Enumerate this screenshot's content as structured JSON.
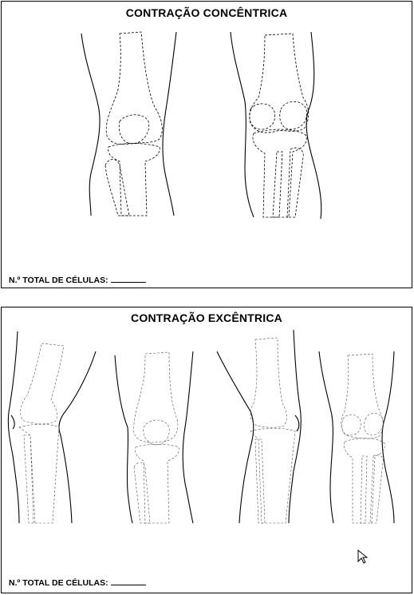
{
  "sections": {
    "concentric": {
      "title": "CONTRAÇÃO CONCÊNTRICA",
      "count_label": "N.º TOTAL DE CÉLULAS:"
    },
    "eccentric": {
      "title": "CONTRAÇÃO EXCÊNTRICA",
      "count_label": "N.º TOTAL DE CÉLULAS:"
    }
  },
  "icons": {
    "cursor": "pointer-cursor-icon"
  }
}
